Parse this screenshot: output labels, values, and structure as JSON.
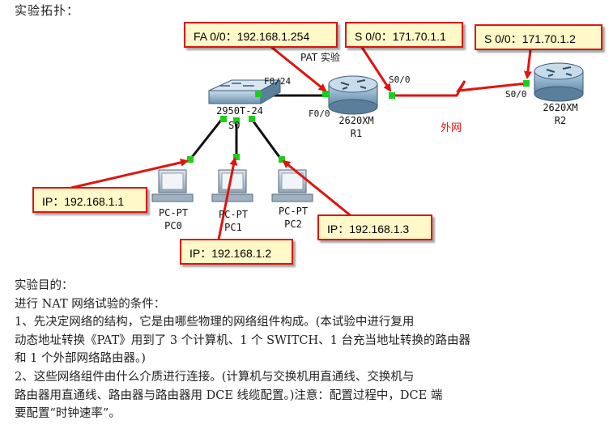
{
  "heading": "实验拓扑：",
  "callouts": {
    "r1_fa": "FA 0/0：192.168.1.254",
    "r1_s": "S 0/0：171.70.1.1",
    "r2_s": "S 0/0：171.70.1.2",
    "pc0_ip": "IP：192.168.1.1",
    "pc1_ip": "IP：192.168.1.2",
    "pc2_ip": "IP：192.168.1.3"
  },
  "topology": {
    "pat_label": "PAT 实验",
    "switch": {
      "model": "2950T-24",
      "name": "S0",
      "port": "F0/24"
    },
    "router1": {
      "model": "2620XM",
      "name": "R1",
      "port_fa": "F0/0",
      "port_s": "S0/0"
    },
    "router2": {
      "model": "2620XM",
      "name": "R2",
      "port_s": "S0/0"
    },
    "pc0": {
      "type": "PC-PT",
      "name": "PC0"
    },
    "pc1": {
      "type": "PC-PT",
      "name": "PC1"
    },
    "pc2": {
      "type": "PC-PT",
      "name": "PC2"
    },
    "wan_label": "外网"
  },
  "colors": {
    "link_red": "#e0140f",
    "callout_bg": "#fff8c8",
    "port_green": "#19d019"
  },
  "body": {
    "lines": [
      "实验目的：",
      "进行 NAT 网络试验的条件：",
      "1、先决定网络的结构，它是由哪些物理的网络组件构成。(本试验中进行复用",
      "动态地址转换《PAT》用到了 3 个计算机、1 个 SWITCH、1 台充当地址转换的路由器",
      "和 1 个外部网络路由器。)",
      "2、这些网络组件由什么介质进行连接。(计算机与交换机用直通线、交换机与",
      "路由器用直通线、路由器与路由器用 DCE 线缆配置。)注意：配置过程中，DCE 端",
      "要配置“时钟速率”。"
    ]
  }
}
